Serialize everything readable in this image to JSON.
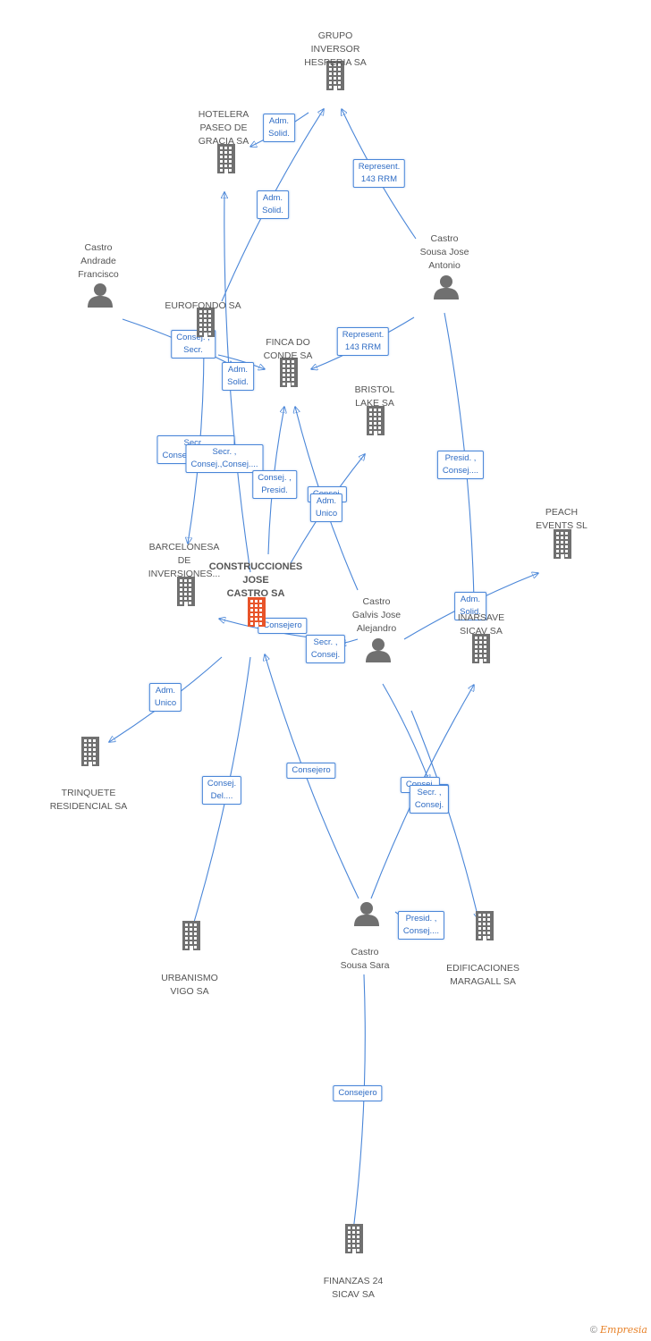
{
  "colors": {
    "edge": "#4a86d8",
    "node": "#707070",
    "main_node": "#e8542a",
    "label": "#555555"
  },
  "nodes": [
    {
      "id": "grupo",
      "label": "GRUPO\nINVERSOR\nHESPERIA SA",
      "type": "company"
    },
    {
      "id": "hotelera",
      "label": "HOTELERA\nPASEO DE\nGRACIA SA",
      "type": "company"
    },
    {
      "id": "andrade",
      "label": "Castro\nAndrade\nFrancisco",
      "type": "person"
    },
    {
      "id": "sousajose",
      "label": "Castro\nSousa Jose\nAntonio",
      "type": "person"
    },
    {
      "id": "eurofondo",
      "label": "EUROFONDO SA",
      "type": "company"
    },
    {
      "id": "finca",
      "label": "FINCA DO\nCONDE SA",
      "type": "company"
    },
    {
      "id": "bristol",
      "label": "BRISTOL\nLAKE SA",
      "type": "company"
    },
    {
      "id": "peach",
      "label": "PEACH\nEVENTS SL",
      "type": "company"
    },
    {
      "id": "barcelonesa",
      "label": "BARCELONESA\nDE\nINVERSIONES...",
      "type": "company"
    },
    {
      "id": "construcciones",
      "label": "CONSTRUCCIONES\nJOSE\nCASTRO SA",
      "type": "main"
    },
    {
      "id": "galvis",
      "label": "Castro\nGalvis Jose\nAlejandro",
      "type": "person"
    },
    {
      "id": "inarsave",
      "label": "INARSAVE\nSICAV SA",
      "type": "company"
    },
    {
      "id": "trinquete",
      "label": "TRINQUETE\nRESIDENCIAL SA",
      "type": "company"
    },
    {
      "id": "urbanismo",
      "label": "URBANISMO\nVIGO SA",
      "type": "company"
    },
    {
      "id": "sara",
      "label": "Castro\nSousa Sara",
      "type": "person"
    },
    {
      "id": "edificaciones",
      "label": "EDIFICACIONES\nMARAGALL SA",
      "type": "company"
    },
    {
      "id": "finanzas",
      "label": "FINANZAS 24\nSICAV SA",
      "type": "company"
    }
  ],
  "relations": [
    {
      "from": "grupo",
      "to": "hotelera",
      "label": "Adm.\nSolid."
    },
    {
      "from": "eurofondo",
      "to": "grupo",
      "label": "Adm.\nSolid."
    },
    {
      "from": "sousajose",
      "to": "grupo",
      "label": "Represent.\n143 RRM"
    },
    {
      "from": "sousajose",
      "to": "finca",
      "label": "Represent.\n143 RRM"
    },
    {
      "from": "andrade",
      "to": "construcciones",
      "label": "Consej. ,\nSecr."
    },
    {
      "from": "eurofondo",
      "to": "finca",
      "label": "Adm.\nSolid."
    },
    {
      "from": "andrade",
      "to": "barcelonesa",
      "label": "Secr. ,\nConsej.,Consej...."
    },
    {
      "from": "construcciones",
      "to": "hotelera",
      "label": "Secr. ,\nConsej.,Consej...."
    },
    {
      "from": "construcciones",
      "to": "finca",
      "label": "Consej. ,\nPresid."
    },
    {
      "from": "galvis",
      "to": "finca",
      "label": "Consej."
    },
    {
      "from": "construcciones",
      "to": "bristol",
      "label": "Adm.\nUnico"
    },
    {
      "from": "sousajose",
      "to": "inarsave",
      "label": "Presid. ,\nConsej...."
    },
    {
      "from": "galvis",
      "to": "peach",
      "label": "Adm.\nSolid."
    },
    {
      "from": "galvis",
      "to": "construcciones",
      "label": "Consejero"
    },
    {
      "from": "galvis",
      "to": "construcciones",
      "label": "Secr. ,\nConsej."
    },
    {
      "from": "sara",
      "to": "inarsave",
      "label": "Secr. ,\nConsej."
    },
    {
      "from": "construcciones",
      "to": "trinquete",
      "label": "Adm.\nUnico"
    },
    {
      "from": "construcciones",
      "to": "urbanismo",
      "label": "Consej.\nDel...."
    },
    {
      "from": "sara",
      "to": "construcciones",
      "label": "Consejero"
    },
    {
      "from": "galvis",
      "to": "edificaciones",
      "label": "Consej."
    },
    {
      "from": "galvis",
      "to": "edificaciones",
      "label": "Secr. ,\nConsej."
    },
    {
      "from": "sara",
      "to": "edificaciones",
      "label": "Presid. ,\nConsej...."
    },
    {
      "from": "sara",
      "to": "finanzas",
      "label": "Consejero"
    }
  ],
  "footer": {
    "copyright": "©",
    "brand": "Empresia"
  }
}
